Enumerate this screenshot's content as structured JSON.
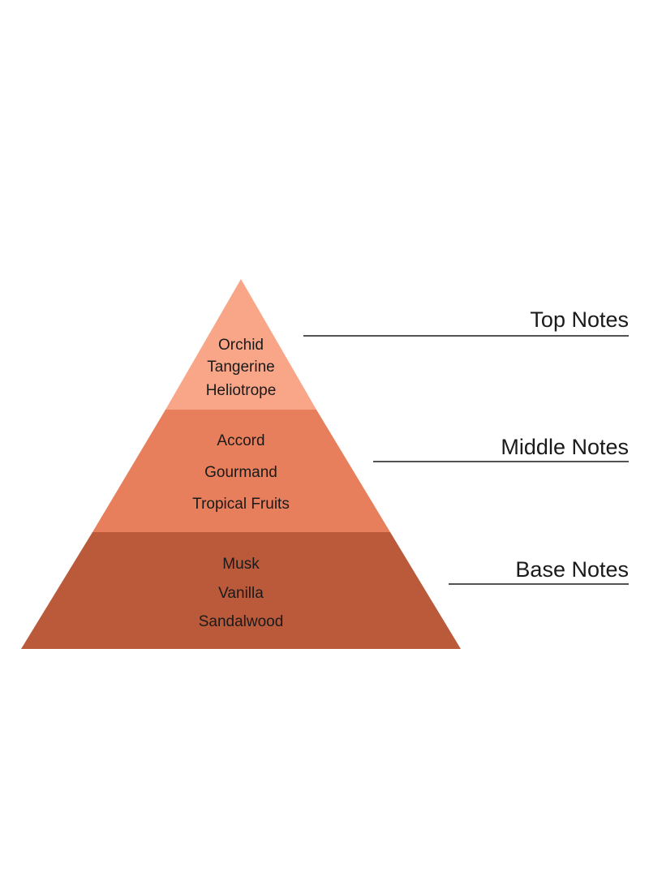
{
  "pyramid": {
    "tiers": [
      {
        "label": "Top Notes",
        "color": "#F9A588",
        "notes": [
          "Orchid",
          "Tangerine",
          "Heliotrope"
        ]
      },
      {
        "label": "Middle Notes",
        "color": "#E77F5C",
        "notes": [
          "Accord",
          "Gourmand",
          "Tropical Fruits"
        ]
      },
      {
        "label": "Base Notes",
        "color": "#BA5A3B",
        "notes": [
          "Musk",
          "Vanilla",
          "Sandalwood"
        ]
      }
    ]
  },
  "colors": {
    "text": "#1a1a1a",
    "leader_line": "#1a1a1a",
    "background": "#ffffff"
  }
}
